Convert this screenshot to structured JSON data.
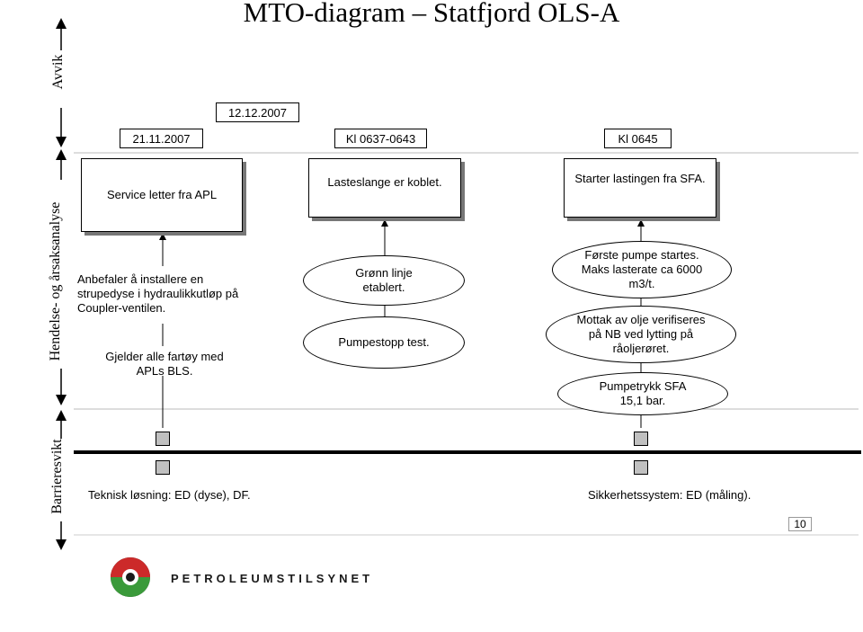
{
  "title": "MTO-diagram – Statfjord OLS-A",
  "side_labels": {
    "avvik": "Avvik",
    "hendelse": "Hendelse- og årsaksanalyse",
    "barriere": "Barrieresvikt"
  },
  "dates": {
    "d1": "21.11.2007",
    "d2": "12.12.2007",
    "d3": "Kl 0637-0643",
    "d4": "Kl 0645"
  },
  "col1": {
    "box": "Service letter fra APL",
    "text1": "Anbefaler å installere en strupedyse i hydraulikkutløp på Coupler-ventilen.",
    "text2": "Gjelder alle fartøy med APLs BLS."
  },
  "col2": {
    "box": "Lasteslange er koblet.",
    "ellipse1": "Grønn linje etablert.",
    "ellipse2": "Pumpestopp test."
  },
  "col3": {
    "box": "Starter lastingen fra SFA.",
    "ellipse1": "Første pumpe startes. Maks lasterate ca 6000 m3/t.",
    "ellipse2": "Mottak av olje verifiseres på NB ved lytting på råoljerøret.",
    "ellipse3": "Pumpetrykk SFA 15,1 bar."
  },
  "barrier": {
    "left": "Teknisk løsning: ED (dyse), DF.",
    "right": "Sikkerhetssystem: ED (måling)."
  },
  "page_number": "10",
  "logo": {
    "name": "PETROLEUMSTILSYNET",
    "colors": {
      "red": "#cc2a2a",
      "green": "#3a9a3a",
      "dark": "#1a1a1a"
    }
  }
}
